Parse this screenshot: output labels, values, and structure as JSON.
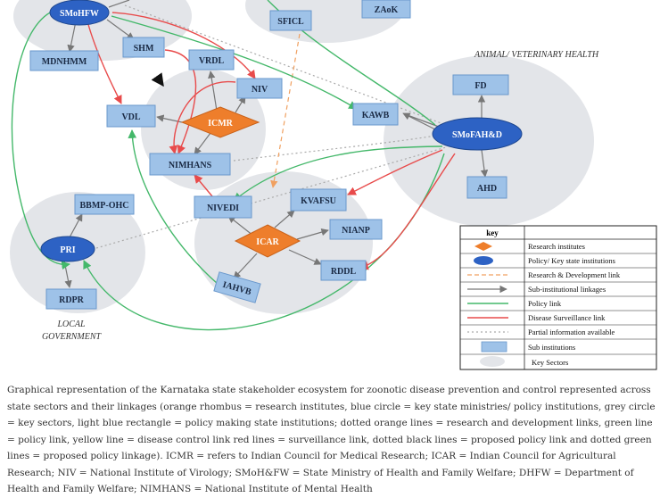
{
  "colors": {
    "zone": "#e3e5e9",
    "box_fill": "#9ec2e8",
    "box_stroke": "#6a98cc",
    "oval_fill": "#2d62c4",
    "diamond_fill": "#ee7e2b",
    "policy_link": "#44b86a",
    "surveillance_link": "#e84b4b",
    "rd_link": "#f0a060",
    "sub_link": "#777777",
    "partial_link": "#aaaaaa"
  },
  "zones": {
    "animal_health": "ANIMAL/ VETERINARY HEALTH",
    "local_government_line1": "LOCAL",
    "local_government_line2": "GOVERNMENT"
  },
  "nodes": {
    "smohfw": "SMoHFW",
    "mdnhmm": "MDNHMM",
    "shm": "SHM",
    "vrdl": "VRDL",
    "niv": "NIV",
    "vdl": "VDL",
    "icmr": "ICMR",
    "nimhans": "NIMHANS",
    "sficl": "SFICL",
    "zaok": "ZAoK",
    "fd": "FD",
    "kawb": "KAWB",
    "smofahd": "SMoFAH&D",
    "ahd": "AHD",
    "bbmp_ohc": "BBMP-OHC",
    "pri": "PRI",
    "rdpr": "RDPR",
    "nivedi": "NIVEDI",
    "kvafsu": "KVAFSU",
    "icar": "ICAR",
    "nianp": "NIANP",
    "rddl": "RDDL",
    "iahvb": "IAHVB"
  },
  "key": {
    "title": "key",
    "items": [
      {
        "label": "Research institutes",
        "symbol": "diamond"
      },
      {
        "label": "Policy/ Key state institutions",
        "symbol": "oval"
      },
      {
        "label": "Research & Development link",
        "symbol": "dashed-orange"
      },
      {
        "label": "Sub-institutional linkages",
        "symbol": "grey-arrow"
      },
      {
        "label": "Policy link",
        "symbol": "green-line"
      },
      {
        "label": "Disease Surveillance link",
        "symbol": "red-line"
      },
      {
        "label": "Partial information available",
        "symbol": "dotted-grey"
      },
      {
        "label": "Sub institutions",
        "symbol": "rect"
      },
      {
        "label": "Key Sectors",
        "symbol": "circle"
      }
    ]
  },
  "caption": "Graphical representation of the Karnataka state stakeholder ecosystem for zoonotic disease prevention and control represented across state sectors and their linkages (orange rhombus = research institutes, blue circle = key state ministries/ policy institutions, grey circle = key sectors, light blue rectangle = policy making state institutions; dotted orange lines = research and development links, green line = policy link, yellow line = disease control link red lines = surveillance link, dotted black lines = proposed policy link and dotted green lines = proposed policy linkage). ICMR = refers to Indian Council for Medical Research; ICAR = Indian Council for Agricultural Research; NIV = National Institute of Virology; SMoH&FW = State Ministry of Health and Family Welfare; DHFW = Department of Health and Family Welfare; NIMHANS = National Institute of Mental Health"
}
